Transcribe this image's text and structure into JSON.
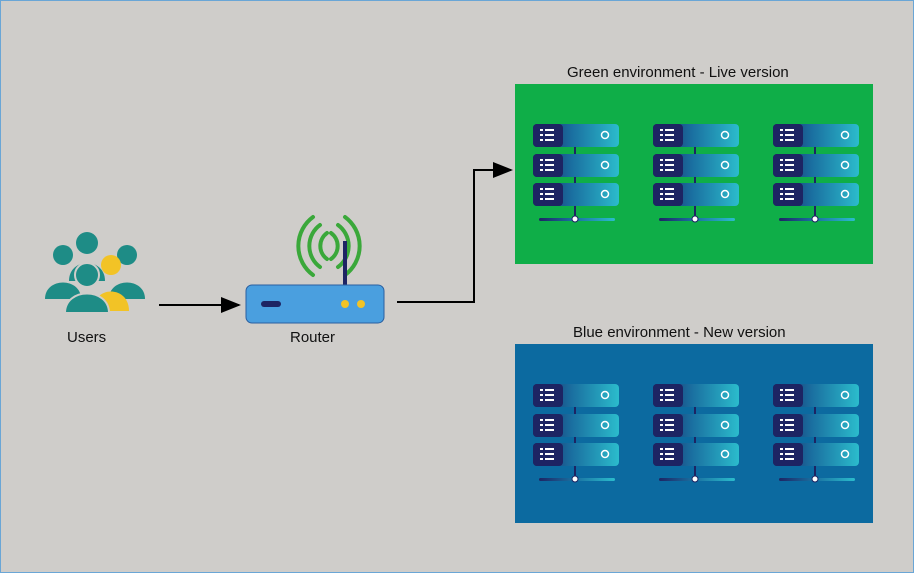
{
  "nodes": {
    "users": {
      "label": "Users",
      "icon": "users-group-icon"
    },
    "router": {
      "label": "Router",
      "icon": "wifi-router-icon"
    }
  },
  "environments": [
    {
      "title": "Green environment - Live version",
      "color": "#0fae48",
      "racks": 3
    },
    {
      "title": "Blue environment - New version",
      "color": "#0c6aa0",
      "racks": 3
    }
  ],
  "colors": {
    "background": "#cfcdca",
    "server_teal": "#2bbccc",
    "server_navy": "#1d2463",
    "router_blue": "#4a9fdf",
    "signal_green": "#3aa83a",
    "users_teal": "#1e8c86",
    "users_yellow": "#f2c326"
  }
}
